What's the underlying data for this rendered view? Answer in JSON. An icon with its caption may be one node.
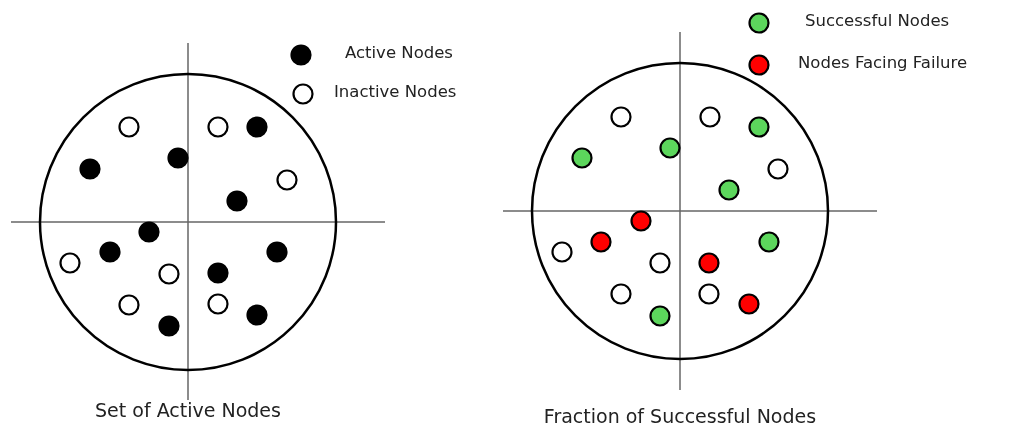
{
  "diagram": {
    "labels": [
      "Set of Active Nodes",
      "Fraction of Successful Nodes"
    ],
    "legend": [
      {
        "text": "Active Nodes",
        "color": "#000000"
      },
      {
        "text": "Inactive Nodes",
        "color": "#ffffff"
      },
      {
        "text": "Successful Nodes",
        "color": "#5cd65c"
      },
      {
        "text": "Nodes Facing Failure",
        "color": "#ff0000"
      }
    ]
  }
}
